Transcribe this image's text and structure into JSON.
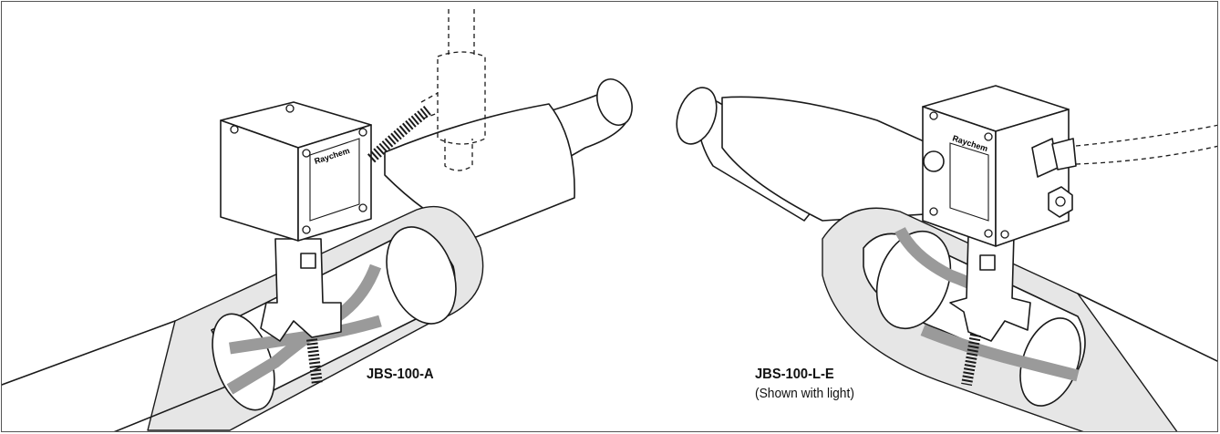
{
  "labels": {
    "left_model": "JBS-100-A",
    "right_model": "JBS-100-L-E",
    "right_note": "(Shown with light)"
  },
  "brand": {
    "box_text": "Raychem"
  },
  "colors": {
    "outline": "#1a1a1a",
    "insulation": "#e6e6e6",
    "heating_cable": "#9a9a9a",
    "background": "#ffffff"
  }
}
